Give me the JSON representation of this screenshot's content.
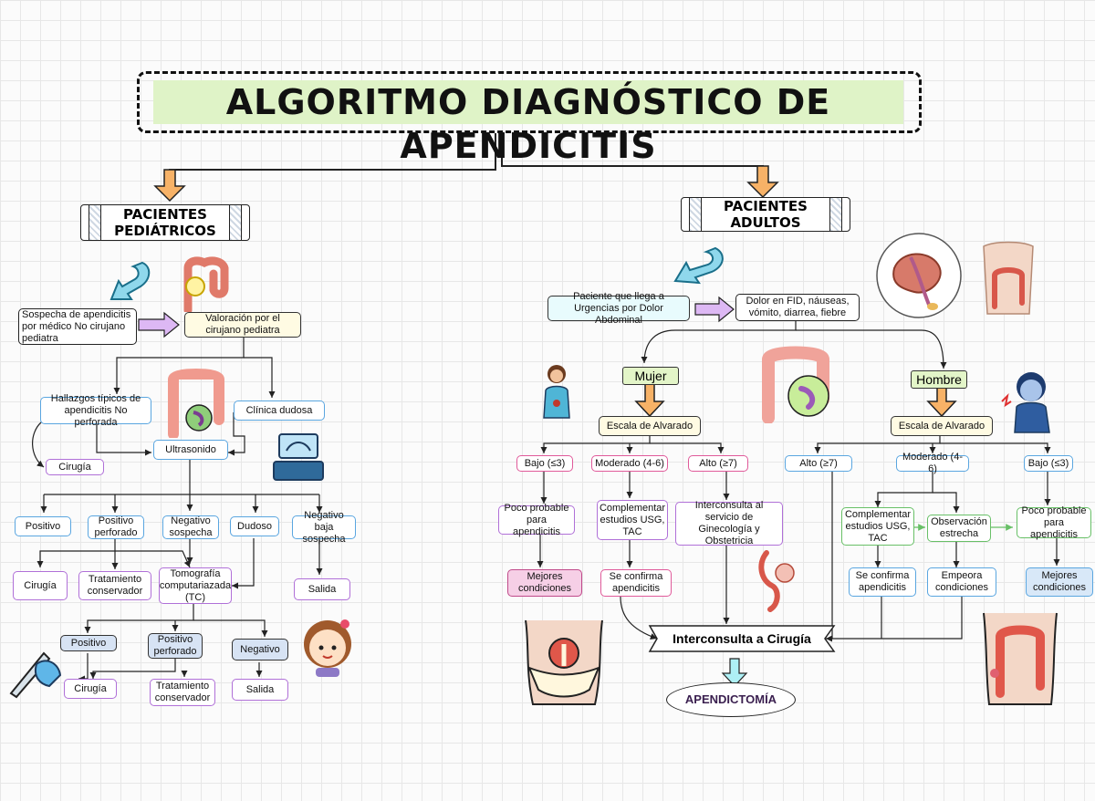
{
  "title": "ALGORITMO DIAGNÓSTICO DE APENDICITIS",
  "pediatric": {
    "header": "PACIENTES PEDIÁTRICOS",
    "suspicion": "Sospecha de apendicitis por médico No cirujano pediatra",
    "valoracion": "Valoración por el cirujano pediatra",
    "hallazgos": "Hallazgos típicos de apendicitis No perforada",
    "clinica_dudosa": "Clínica dudosa",
    "ultrasonido": "Ultrasonido",
    "cirugia_1": "Cirugía",
    "positivo": "Positivo",
    "positivo_perforado": "Positivo perforado",
    "negativo_sospecha": "Negativo sospecha",
    "dudoso": "Dudoso",
    "negativo_baja": "Negativo baja sospecha",
    "cirugia_2": "Cirugía",
    "tratamiento_1": "Tratamiento conservador",
    "tomografia": "Tomografía computariazada (TC)",
    "salida_1": "Salida",
    "tc_positivo": "Positivo",
    "tc_positivo_perforado": "Positivo perforado",
    "tc_negativo": "Negativo",
    "cirugia_3": "Cirugía",
    "tratamiento_2": "Tratamiento conservador",
    "salida_2": "Salida"
  },
  "adult": {
    "header": "PACIENTES ADULTOS",
    "paciente": "Paciente que llega a Urgencias por Dolor Abdominal",
    "dolor": "Dolor en FID, náuseas, vómito, diarrea, fiebre",
    "mujer": "Mujer",
    "hombre": "Hombre",
    "alvarado_m": "Escala de Alvarado",
    "alvarado_h": "Escala de Alvarado",
    "m_bajo": "Bajo (≤3)",
    "m_moderado": "Moderado (4-6)",
    "m_alto": "Alto (≥7)",
    "m_poco": "Poco probable para apendicitis",
    "m_complementar": "Complementar estudios USG, TAC",
    "m_interconsulta": "Interconsulta al servicio de Ginecología y Obstetricia",
    "m_mejores": "Mejores condiciones",
    "m_confirma": "Se confirma apendicitis",
    "h_alto": "Alto (≥7)",
    "h_moderado": "Moderado (4-6)",
    "h_bajo": "Bajo (≤3)",
    "h_complementar": "Complementar estudios USG, TAC",
    "h_observacion": "Observación estrecha",
    "h_poco": "Poco probable para apendicitis",
    "h_confirma": "Se confirma apendicitis",
    "h_empeora": "Empeora condiciones",
    "h_mejores": "Mejores condiciones",
    "interconsulta_cirugia": "Interconsulta a Cirugía",
    "apendictomia": "APENDICTOMÍA"
  }
}
